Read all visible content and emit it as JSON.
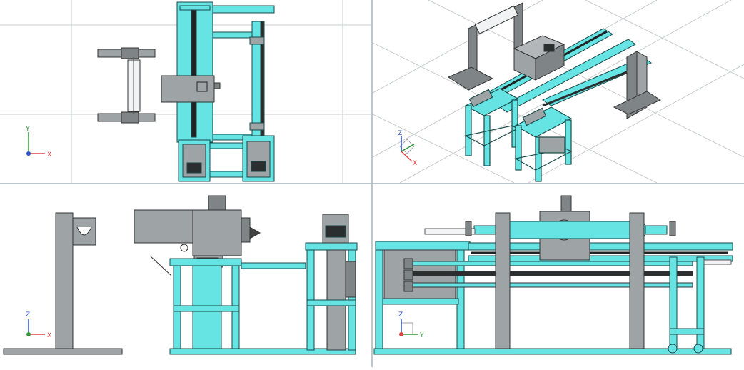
{
  "views": {
    "top": {
      "axes": {
        "h": "X",
        "v": "Y"
      }
    },
    "iso": {
      "axes": {
        "z": "Z",
        "x": "X"
      }
    },
    "left": {
      "axes": {
        "h": "X",
        "v": "Z"
      }
    },
    "front": {
      "axes": {
        "h": "Y",
        "v": "Z"
      }
    }
  },
  "colors": {
    "frame": "#66e3e3",
    "frame_stroke": "#1a4a4a",
    "steel": "#9ea3a5",
    "steel_dark": "#7f8587",
    "roller": "#f1f3f4",
    "grid": "#c8cbcd",
    "divider": "#a8b4bb",
    "axis_h": "#e04040",
    "axis_v": "#2f9a3a",
    "axis_z": "#2f4fd1"
  }
}
